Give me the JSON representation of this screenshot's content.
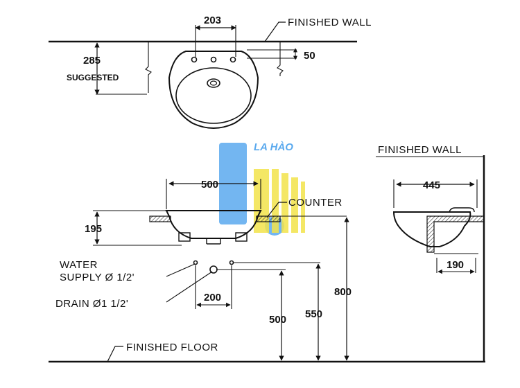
{
  "top_view": {
    "finished_wall_label": "FINISHED WALL",
    "dim_203": "203",
    "dim_285": "285",
    "suggested_label": "SUGGESTED",
    "dim_50": "50"
  },
  "front_view": {
    "dim_500_width": "500",
    "dim_195": "195",
    "counter_label": "COUNTER",
    "water_supply_label_line1": "WATER",
    "water_supply_label_line2": "SUPPLY Ø 1/2'",
    "drain_label": "DRAIN Ø1 1/2'",
    "dim_200": "200",
    "dim_500_height": "500",
    "dim_550": "550",
    "dim_800": "800",
    "finished_floor_label": "FINISHED FLOOR"
  },
  "side_view": {
    "finished_wall_label": "FINISHED WALL",
    "dim_445": "445",
    "dim_190": "190"
  },
  "watermark": {
    "text": "LA HÀO",
    "blue": "#5aa9ee",
    "yellow": "#f2e34a"
  }
}
